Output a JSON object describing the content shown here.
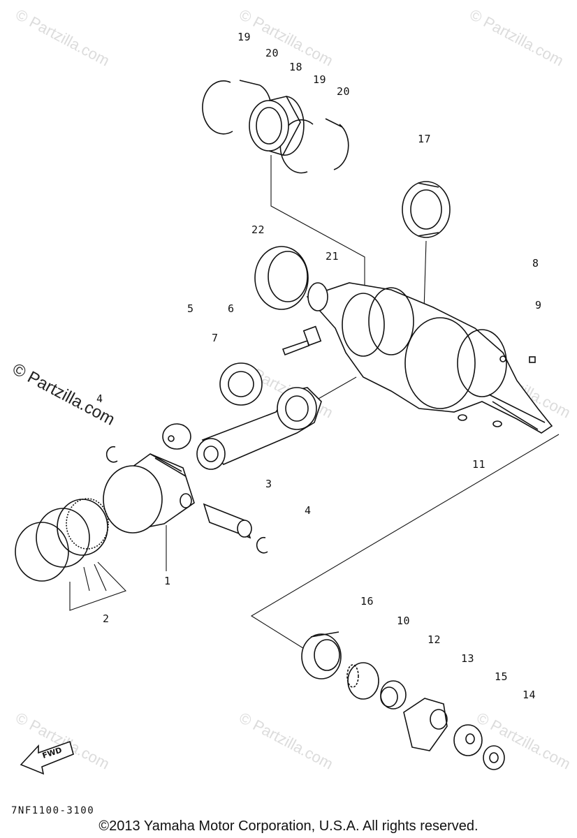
{
  "watermark": "© Partzilla.com",
  "diagram_code": "7NF1100-3100",
  "copyright": "©2013 Yamaha Motor Corporation, U.S.A. All rights reserved.",
  "fwd_label": "FWD",
  "callouts": {
    "c1": "1",
    "c2": "2",
    "c3": "3",
    "c4a": "4",
    "c4b": "4",
    "c5": "5",
    "c6": "6",
    "c7": "7",
    "c8": "8",
    "c9": "9",
    "c10": "10",
    "c11": "11",
    "c12": "12",
    "c13": "13",
    "c14": "14",
    "c15": "15",
    "c16": "16",
    "c17": "17",
    "c18": "18",
    "c19a": "19",
    "c19b": "19",
    "c20a": "20",
    "c20b": "20",
    "c21": "21",
    "c22": "22"
  }
}
